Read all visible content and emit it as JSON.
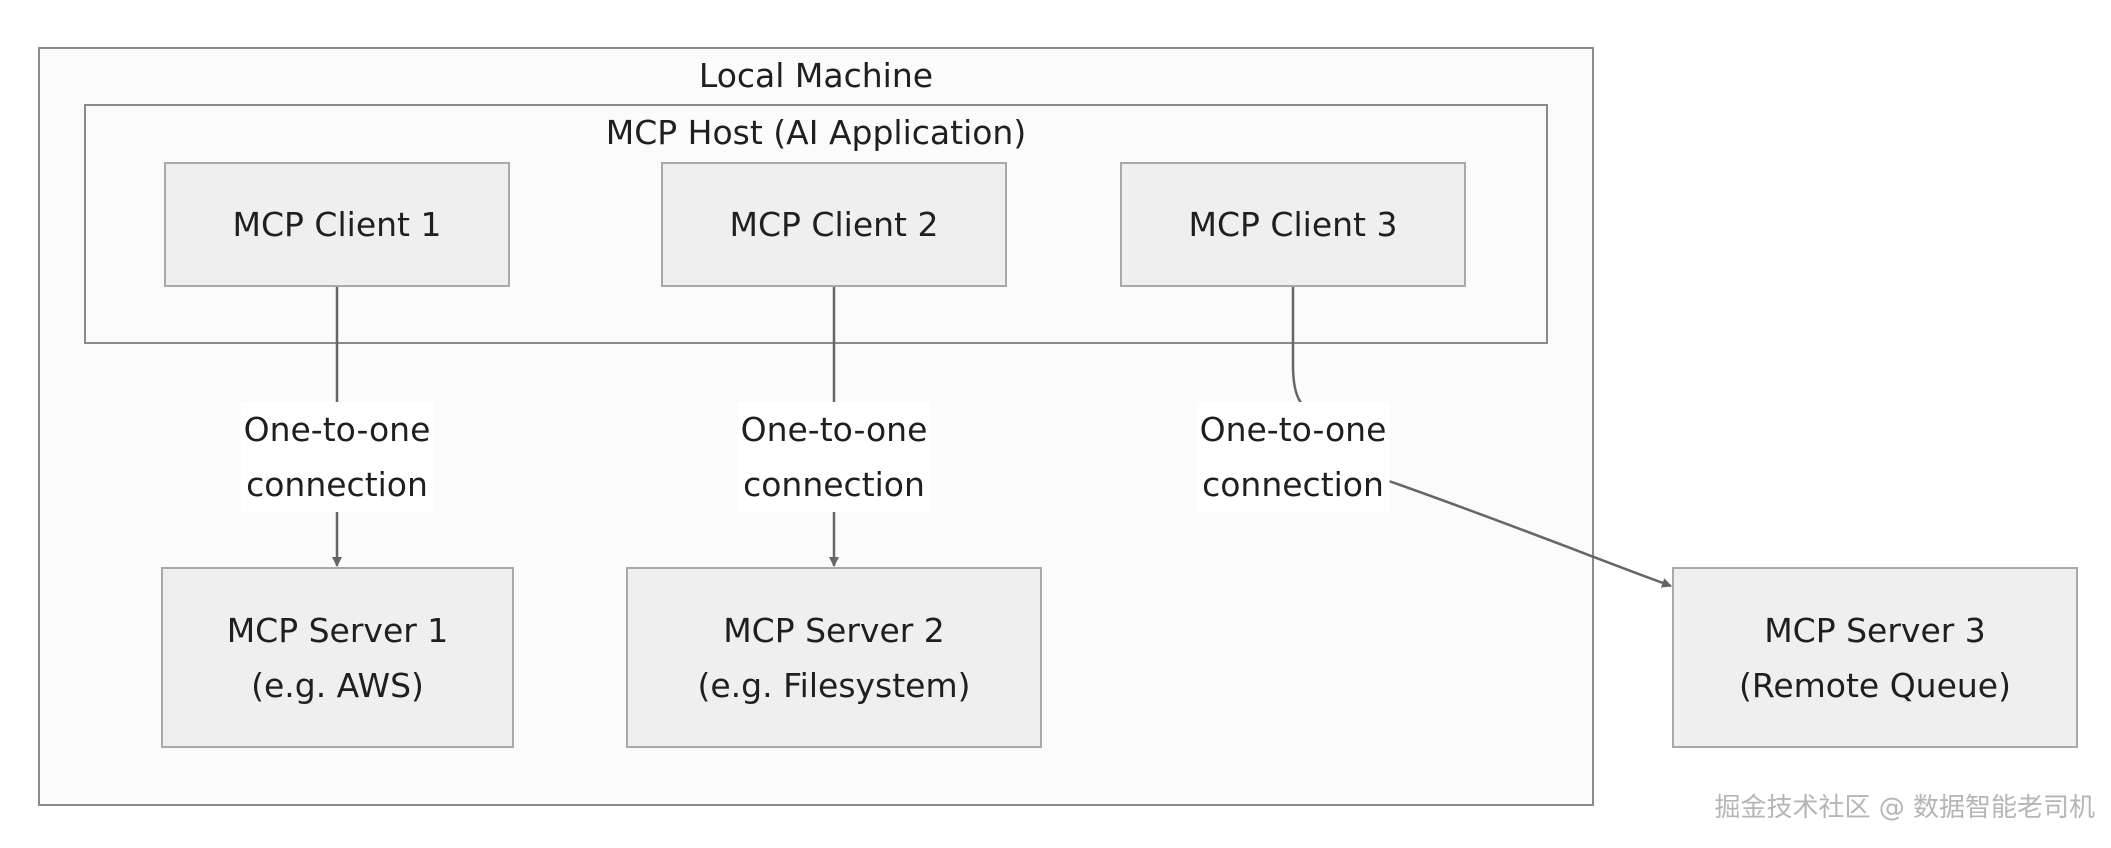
{
  "groups": {
    "local_machine": {
      "title": "Local Machine"
    },
    "mcp_host": {
      "title": "MCP Host (AI Application)"
    }
  },
  "clients": [
    {
      "label": "MCP Client 1"
    },
    {
      "label": "MCP Client 2"
    },
    {
      "label": "MCP Client 3"
    }
  ],
  "servers": [
    {
      "line1": "MCP Server 1",
      "line2": "(e.g. AWS)"
    },
    {
      "line1": "MCP Server 2",
      "line2": "(e.g. Filesystem)"
    },
    {
      "line1": "MCP Server 3",
      "line2": "(Remote Queue)"
    }
  ],
  "edges": [
    {
      "from": "MCP Client 1",
      "to": "MCP Server 1",
      "line1": "One-to-one",
      "line2": "connection"
    },
    {
      "from": "MCP Client 2",
      "to": "MCP Server 2",
      "line1": "One-to-one",
      "line2": "connection"
    },
    {
      "from": "MCP Client 3",
      "to": "MCP Server 3",
      "line1": "One-to-one",
      "line2": "connection"
    }
  ],
  "colors": {
    "node_fill": "#efefef",
    "node_border": "#a9a9a9",
    "group_border": "#8a8a8a",
    "group_fill": "#fbfbfb",
    "edge": "#666666",
    "watermark": "#b5b5b5"
  },
  "watermark": "掘金技术社区 @ 数据智能老司机"
}
